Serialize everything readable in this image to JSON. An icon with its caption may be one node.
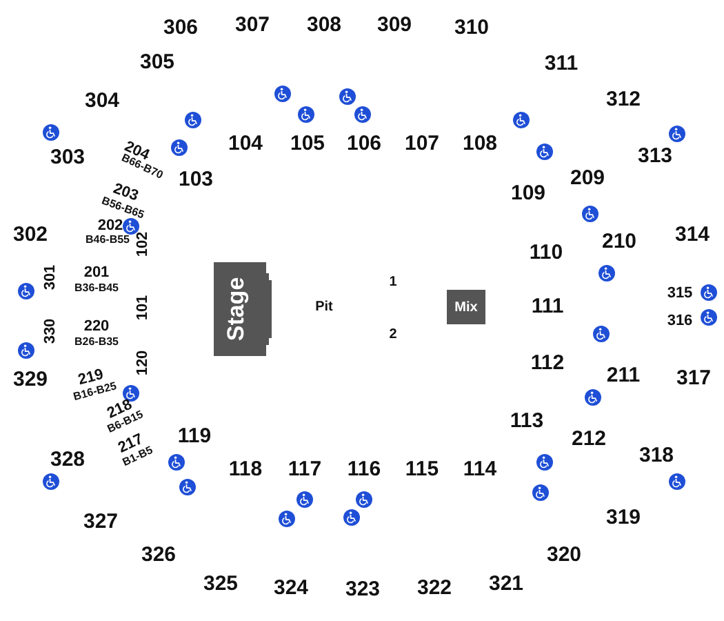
{
  "diagram": {
    "nodes": [
      {
        "text": [
          "Stage"
        ]
      },
      {
        "text": [
          "Mix"
        ]
      }
    ],
    "labels": [
      "306",
      "307",
      "308",
      "309",
      "310",
      "305",
      "311",
      "304",
      "312",
      "303",
      "204",
      "B66-B70",
      "104",
      "105",
      "106",
      "107",
      "108",
      "103",
      "313",
      "109",
      "209",
      "203",
      "B56-B65",
      "202",
      "B46-B55",
      "102",
      "302",
      "314",
      "110",
      "210",
      "301",
      "201",
      "B36-B45",
      "101",
      "111",
      "315",
      "316",
      "330",
      "220",
      "B26-B35",
      "120",
      "329",
      "219",
      "B16-B25",
      "112",
      "211",
      "317",
      "218",
      "B6-B15",
      "217",
      "B1-B5",
      "119",
      "113",
      "212",
      "328",
      "318",
      "118",
      "117",
      "116",
      "115",
      "114",
      "327",
      "319",
      "326",
      "320",
      "325",
      "324",
      "323",
      "322",
      "321",
      "Pit",
      "1",
      "2"
    ]
  }
}
